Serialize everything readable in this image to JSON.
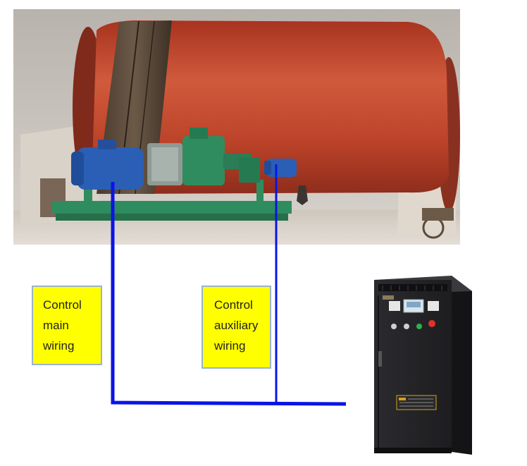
{
  "labels": {
    "main_wiring": [
      "Control",
      "main",
      "wiring"
    ],
    "aux_wiring": [
      "Control",
      "auxiliary",
      "wiring"
    ]
  },
  "colors": {
    "wire": "#0a14e6",
    "label_fill": "#ffff00",
    "label_border": "#9bb3cf",
    "drum": "#c2452c",
    "motor": "#2a5fb5",
    "frame": "#2f8c5f",
    "cabinet": "#2a2a2d"
  }
}
